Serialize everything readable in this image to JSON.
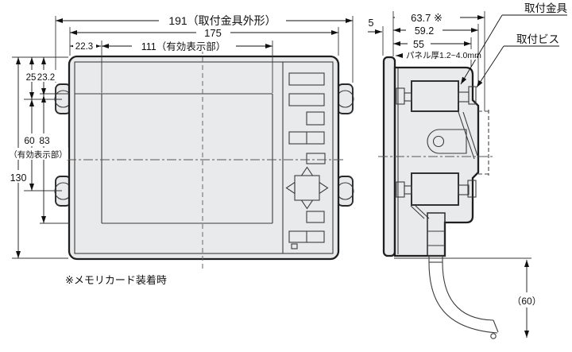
{
  "drawing": {
    "front": {
      "dim_width_bracket": "191（取付金具外形）",
      "dim_width_body": "175",
      "dim_offset_left": "22.3",
      "dim_display_width": "111（有効表示部）",
      "dim_top_to_hole": "25",
      "dim_top_to_display": "23.2",
      "dim_hole_pitch": "60",
      "dim_display_height": "83",
      "dim_display_height_note": "（有効表示部）",
      "dim_body_height": "130",
      "footnote": "※メモリカード装着時"
    },
    "side": {
      "dim_front_protrusion": "5",
      "dim_depth_with_card": "63.7 ※",
      "dim_depth_with_screw": "59.2",
      "dim_depth_body": "55",
      "panel_thickness_note": "パネル厚1.2~4.0mm",
      "label_mounting_bracket": "取付金具",
      "label_mounting_screw": "取付ビス",
      "dim_cable_length": "（60）"
    },
    "colors": {
      "line": "#1f1f1f",
      "fill": "#e9eaec",
      "background": "#ffffff"
    }
  }
}
